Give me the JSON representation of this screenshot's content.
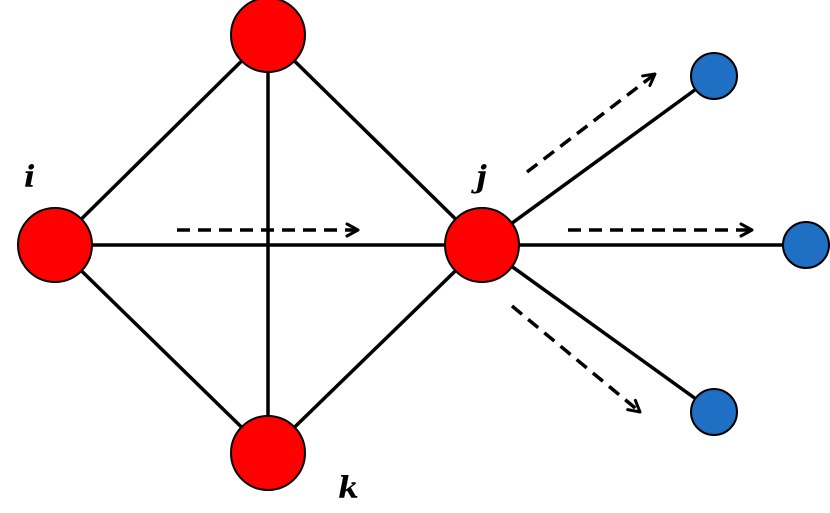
{
  "diagram": {
    "labels": {
      "i": "i",
      "j": "j",
      "k": "k"
    },
    "colors": {
      "primary_node": "#ff0000",
      "secondary_node": "#1f6fc5",
      "node_stroke": "#000000",
      "edge": "#000000",
      "flow_arrow": "#000000",
      "background": "#ffffff"
    },
    "nodes": [
      {
        "id": "i",
        "kind": "primary"
      },
      {
        "id": "top",
        "kind": "primary"
      },
      {
        "id": "j",
        "kind": "primary"
      },
      {
        "id": "k",
        "kind": "primary"
      },
      {
        "id": "out-1",
        "kind": "secondary"
      },
      {
        "id": "out-2",
        "kind": "secondary"
      },
      {
        "id": "out-3",
        "kind": "secondary"
      }
    ],
    "edges": [
      [
        "i",
        "top"
      ],
      [
        "i",
        "j"
      ],
      [
        "i",
        "k"
      ],
      [
        "top",
        "j"
      ],
      [
        "top",
        "k"
      ],
      [
        "k",
        "j"
      ],
      [
        "j",
        "out-1"
      ],
      [
        "j",
        "out-2"
      ],
      [
        "j",
        "out-3"
      ]
    ],
    "flow_arrows": [
      {
        "from": "i",
        "to": "j",
        "style": "dashed"
      },
      {
        "from": "j",
        "to": "out-1",
        "style": "dashed"
      },
      {
        "from": "j",
        "to": "out-2",
        "style": "dashed"
      },
      {
        "from": "j",
        "to": "out-3",
        "style": "dashed"
      }
    ]
  }
}
